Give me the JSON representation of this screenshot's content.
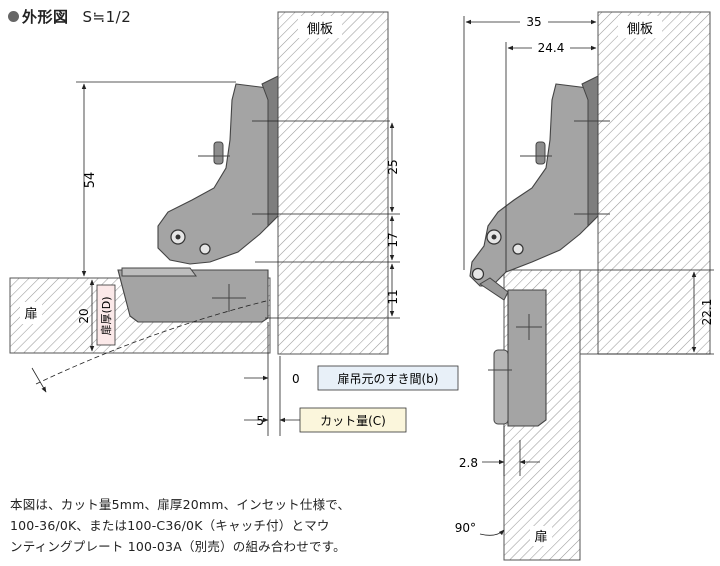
{
  "header": {
    "title": "外形図",
    "scale": "S≒1/2"
  },
  "left_view": {
    "side_panel": "側板",
    "door": "扉",
    "dim_54": "54",
    "dim_25": "25",
    "dim_17": "17",
    "dim_11": "11",
    "dim_20": "20",
    "door_thickness_label": "扉厚(D)",
    "dim_0": "0",
    "dim_5": "5",
    "callout_gap": "扉吊元のすき間(b)",
    "callout_cut": "カット量(C)"
  },
  "right_view": {
    "side_panel": "側板",
    "door": "扉",
    "dim_35": "35",
    "dim_24_4": "24.4",
    "dim_22_1": "22.1",
    "dim_2_8": "2.8",
    "angle": "90°"
  },
  "note": {
    "line1": "本図は、カット量5mm、扉厚20mm、インセット仕様で、",
    "line2": "100-36/0K、または100-C36/0K（キャッチ付）とマウ",
    "line3": "ンティングプレート 100-03A（別売）の組み合わせです。"
  },
  "colors": {
    "hinge_fill": "#a4a4a4",
    "hinge_dark": "#7e7e7e",
    "hatch": "#9a9a9a",
    "callout_gap_bg": "#e8f0f8",
    "callout_cut_bg": "#fbf6dc"
  }
}
